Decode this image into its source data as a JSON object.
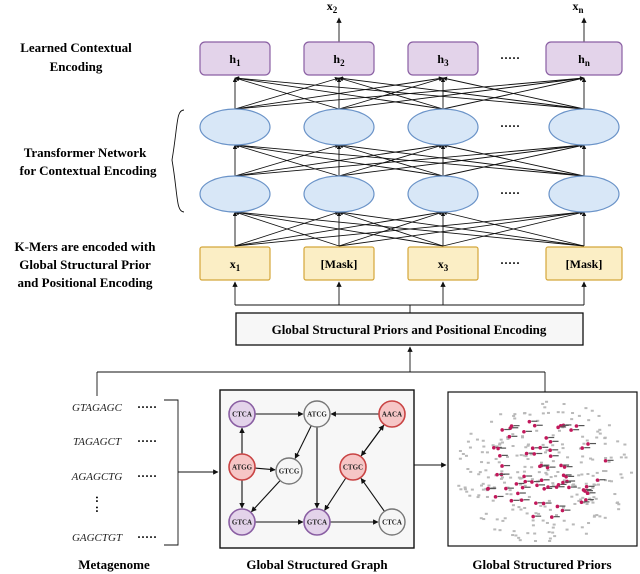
{
  "labels": {
    "learned_line1": "Learned Contextual",
    "learned_line2": "Encoding",
    "transformer_line1": "Transformer Network",
    "transformer_line2": "for Contextual Encoding",
    "kmers_line1": "K-Mers are encoded with",
    "kmers_line2": "Global Structural Prior",
    "kmers_line3": "and Positional Encoding",
    "gsp_box": "Global Structural Priors and Positional Encoding",
    "metagenome": "Metagenome",
    "graph_caption": "Global Structured Graph",
    "priors_caption": "Global Structured Priors"
  },
  "outputs": [
    {
      "base": "x",
      "sub": "2"
    },
    {
      "base": "x",
      "sub": "n"
    }
  ],
  "hidden": [
    {
      "base": "h",
      "sub": "1"
    },
    {
      "base": "h",
      "sub": "2"
    },
    {
      "base": "h",
      "sub": "3"
    },
    {
      "base": "h",
      "sub": "n"
    }
  ],
  "inputs": [
    {
      "base": "x",
      "sub": "1"
    },
    {
      "base": "[Mask]",
      "sub": ""
    },
    {
      "base": "x",
      "sub": "3"
    },
    {
      "base": "[Mask]",
      "sub": ""
    }
  ],
  "ellipsis": "·····",
  "kmers": [
    "GTAGAGC",
    "TAGAGCT",
    "AGAGCTG",
    "GAGCTGT"
  ],
  "kmer_dots": "·····",
  "vertical_dots": ":",
  "graph_nodes": [
    {
      "label": "CTCA",
      "kind": "purple"
    },
    {
      "label": "ATCG",
      "kind": "white"
    },
    {
      "label": "AACA",
      "kind": "red"
    },
    {
      "label": "ATGG",
      "kind": "red"
    },
    {
      "label": "GTCG",
      "kind": "white"
    },
    {
      "label": "CTGC",
      "kind": "red"
    },
    {
      "label": "GTCA",
      "kind": "purple"
    },
    {
      "label": "GTCA",
      "kind": "purple"
    },
    {
      "label": "CTCA",
      "kind": "white"
    }
  ],
  "colors": {
    "purple": "#e3d3ea",
    "red": "#f6c6c6",
    "yellow": "#fbeec5",
    "blue": "#d8e7f7"
  }
}
